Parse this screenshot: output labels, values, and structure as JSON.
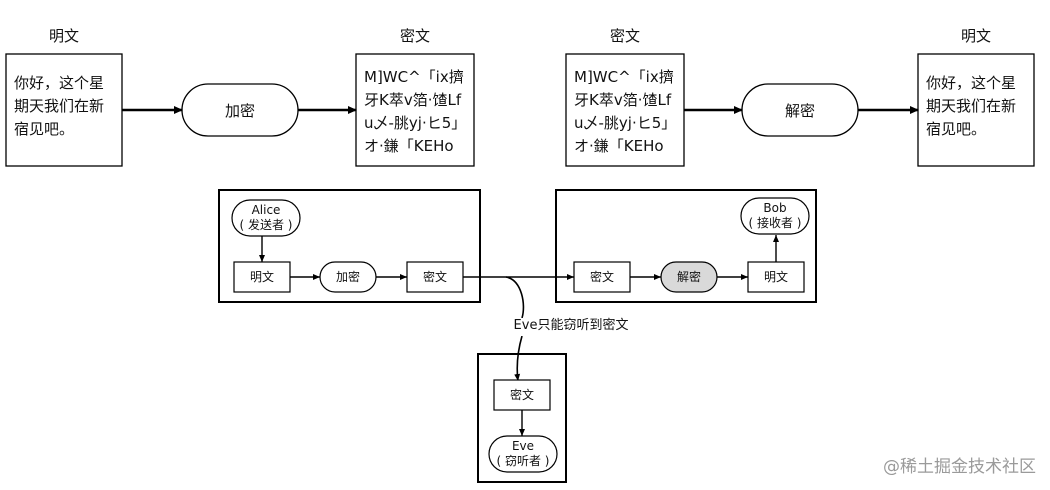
{
  "top": {
    "plain_title_left": "明文",
    "plain_text_left": "你好，这个星期天我们在新宿见吧。",
    "encrypt_label": "加密",
    "cipher_title_1": "密文",
    "cipher_text_1": "M]WC^「ix擠牙K萃v箔·馇Lfu乄-朓yj·ヒ5」オ·鎌「KEHo",
    "cipher_title_2": "密文",
    "cipher_text_2": "M]WC^「ix擠牙K萃v箔·馇Lfu乄-朓yj·ヒ5」オ·鎌「KEHo",
    "decrypt_label": "解密",
    "plain_title_right": "明文",
    "plain_text_right": "你好，这个星期天我们在新宿见吧。"
  },
  "sender": {
    "name": "Alice",
    "role": "( 发送者 )",
    "plaintext": "明文",
    "encrypt": "加密",
    "ciphertext": "密文"
  },
  "receiver": {
    "name": "Bob",
    "role": "( 接收者 )",
    "ciphertext": "密文",
    "decrypt": "解密",
    "plaintext": "明文"
  },
  "eavesdropper": {
    "caption": "Eve只能窃听到密文",
    "ciphertext": "密文",
    "name": "Eve",
    "role": "( 窃听者 )"
  },
  "watermark": "@稀土掘金技术社区"
}
